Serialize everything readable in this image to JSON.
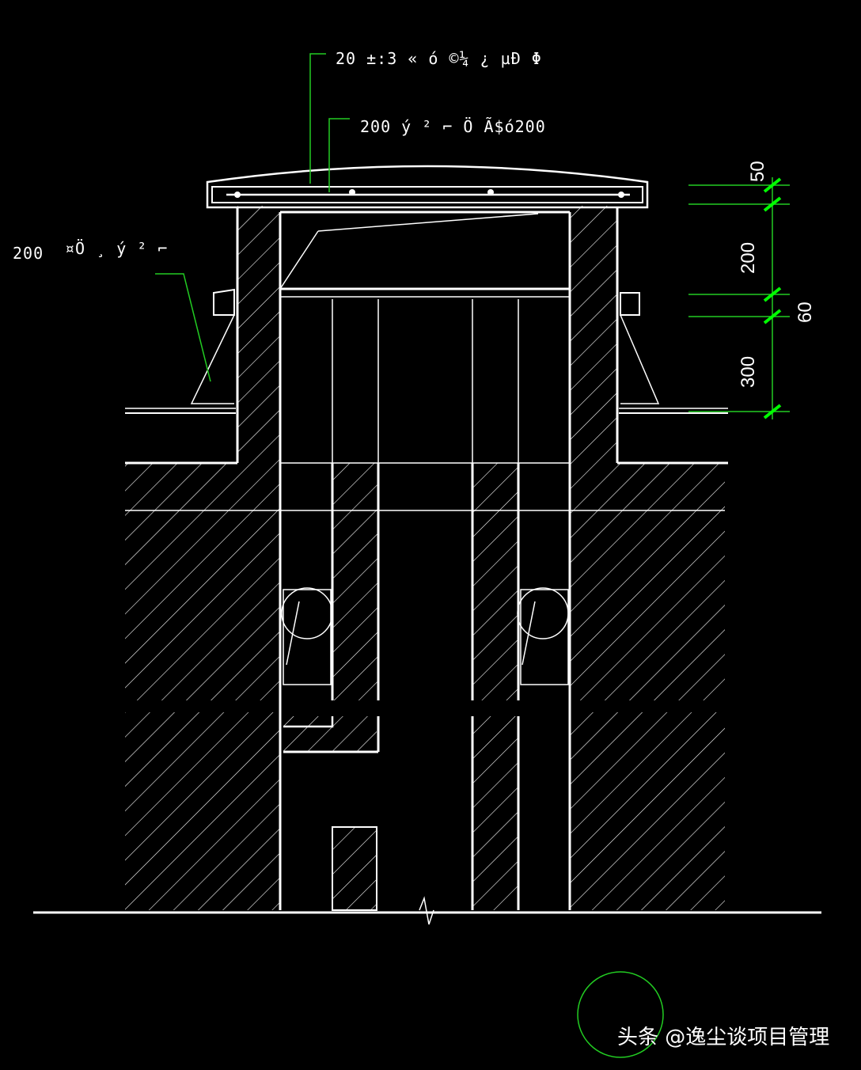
{
  "annotations": {
    "top_note": "20  ±:3  « ó  ©¼ ¿ µÐ  Φ",
    "second_note": "200     ý ²  ⌐ Ö   Ã$ó200",
    "left_note_num": "200",
    "left_note_text": "¤Ö ¸ ý ² ⌐"
  },
  "dimensions": {
    "d50": "50",
    "d200": "200",
    "d60": "60",
    "d300": "300"
  },
  "watermark": "头条 @逸尘谈项目管理",
  "colors": {
    "line": "#ffffff",
    "dim": "#22cc22",
    "accent_green": "#00ff00",
    "background": "#000000"
  }
}
